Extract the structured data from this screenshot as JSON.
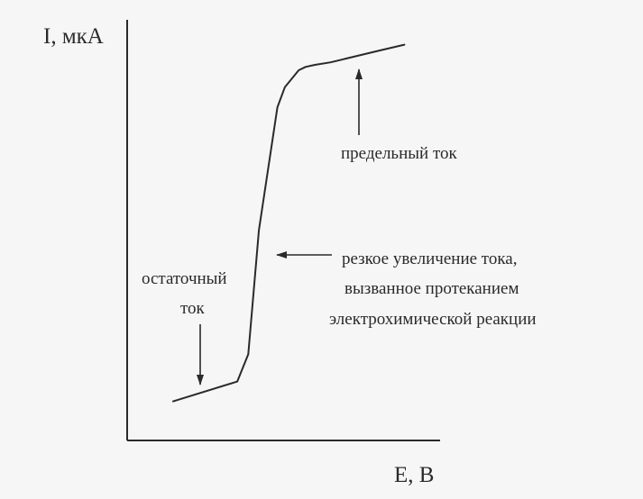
{
  "chart_data": {
    "type": "line",
    "title": "",
    "xlabel": "E, В",
    "ylabel": "I, мкА",
    "grid": false,
    "legend": "none",
    "ticks": "none",
    "axis_units": "relative (0–1 of axis span)",
    "series": [
      {
        "x": [
          0.147,
          0.352,
          0.387,
          0.421,
          0.48,
          0.504,
          0.548,
          0.57,
          0.6,
          0.65,
          0.8,
          0.886
        ],
        "y": [
          0.093,
          0.14,
          0.205,
          0.5,
          0.792,
          0.84,
          0.88,
          0.888,
          0.893,
          0.899,
          0.926,
          0.941
        ]
      }
    ],
    "annotations": [
      {
        "id": "limit",
        "lines": [
          "предельный ток"
        ]
      },
      {
        "id": "rise",
        "lines": [
          "резкое увеличение тока,",
          "вызванное протеканием",
          "электрохимической реакции"
        ]
      },
      {
        "id": "residual",
        "lines": [
          "остаточный",
          "ток"
        ]
      }
    ],
    "colors": {
      "line": "#2a2a2a",
      "background": "#f6f6f7"
    }
  }
}
